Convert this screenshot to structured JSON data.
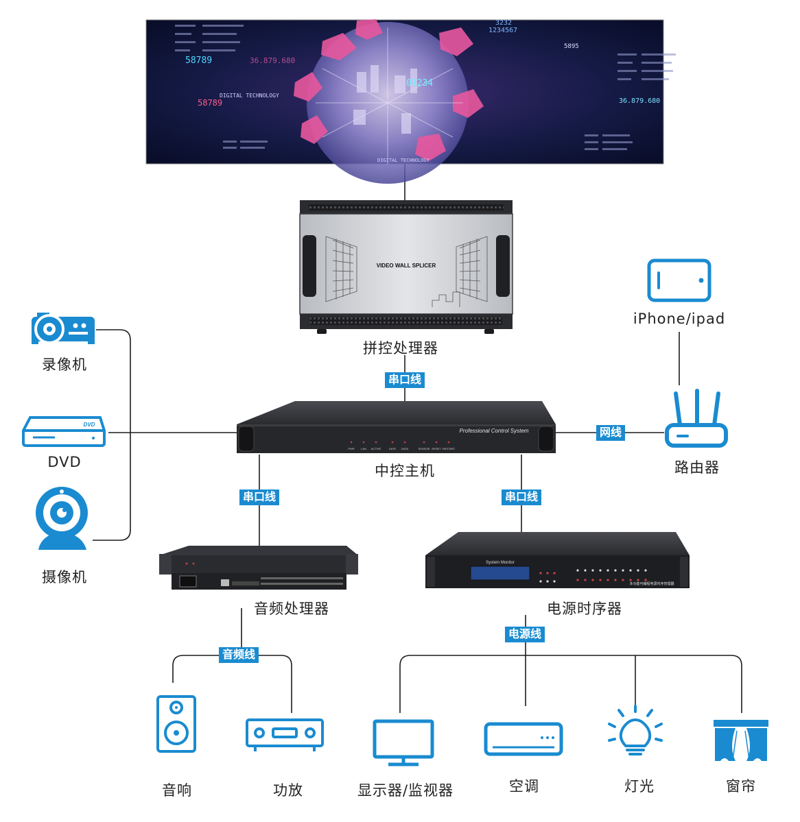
{
  "colors": {
    "accent": "#1a8bd0",
    "line": "#1b1b1b",
    "device": "#26272b",
    "panel": "#c9cbcf"
  },
  "video_wall": {
    "readouts": [
      "58789",
      "36.879.680",
      "01234",
      "58789",
      "36.879.680",
      "1234567",
      "3232",
      "5895"
    ],
    "caption": "DIGITAL TECHNOLOGY",
    "caption_bottom": "DIGITAL TECHNOLOGY"
  },
  "splicer": {
    "panel_text": "VIDEO WALL SPLICER",
    "label": "拼控处理器"
  },
  "controller": {
    "panel_text": "Professional Control System",
    "leds": [
      "PWR",
      "LAN",
      "ACTIVE",
      "DATE",
      "DATA",
      "SENSOR",
      "RESET",
      "RESTART"
    ],
    "label": "中控主机"
  },
  "audio_processor": {
    "label": "音频处理器"
  },
  "power_sequencer": {
    "screen_text": "System Monitor",
    "footer_text": "多功能可编程电源时序管理器",
    "label": "电源时序器"
  },
  "router": {
    "label": "路由器"
  },
  "tablet": {
    "label": "iPhone/ipad"
  },
  "sources": [
    {
      "icon": "projector-icon",
      "label": "录像机"
    },
    {
      "icon": "dvd-player-icon",
      "label": "DVD",
      "logo": "DVD"
    },
    {
      "icon": "webcam-icon",
      "label": "摄像机"
    }
  ],
  "audio_outputs": [
    {
      "icon": "speaker-icon",
      "label": "音响"
    },
    {
      "icon": "amplifier-icon",
      "label": "功放"
    }
  ],
  "power_outputs": [
    {
      "icon": "monitor-icon",
      "label": "显示器/监视器"
    },
    {
      "icon": "air-conditioner-icon",
      "label": "空调"
    },
    {
      "icon": "light-bulb-icon",
      "label": "灯光"
    },
    {
      "icon": "curtain-icon",
      "label": "窗帘"
    }
  ],
  "cable_tags": {
    "splicer_link": "串口线",
    "audio_link": "串口线",
    "power_link": "串口线",
    "network_link": "网线",
    "audio_line": "音频线",
    "power_line": "电源线"
  }
}
